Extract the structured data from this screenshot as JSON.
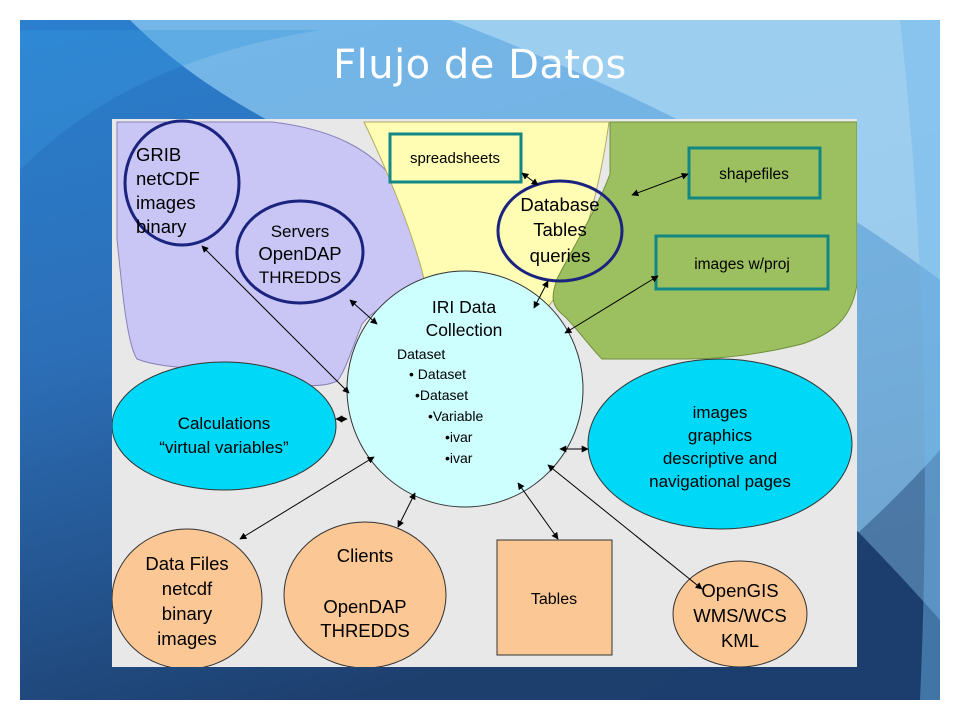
{
  "slide": {
    "title": "Flujo de Datos"
  },
  "colors": {
    "slide_dark": "#1d3f6e",
    "slide_mid": "#2a7fce",
    "slide_light": "#8ec9f1",
    "diagram_bg": "#e8e8e8",
    "lavender": "#c9c6f6",
    "yellow": "#fefdb3",
    "green": "#9cbf60",
    "cyan": "#00d8f8",
    "center": "#ceffff",
    "peach": "#fbc795",
    "navy_outline": "#1a237e",
    "teal_outline": "#138784"
  },
  "diagram": {
    "formats_lines": [
      "GRIB",
      "netCDF",
      "images",
      "binary"
    ],
    "servers_lines": [
      "Servers",
      "OpenDAP",
      "THREDDS"
    ],
    "spreadsheets": "spreadsheets",
    "database_lines": [
      "Database",
      "Tables",
      "queries"
    ],
    "shapefiles": "shapefiles",
    "images_proj": "images w/proj",
    "center_title_lines": [
      "IRI Data",
      "Collection"
    ],
    "center_items": [
      "Dataset",
      "• Dataset",
      "•Dataset",
      "•Variable",
      "•ivar",
      "•ivar"
    ],
    "calculations_lines": [
      "Calculations",
      "“virtual variables”"
    ],
    "images_graphics_lines": [
      "images",
      "graphics",
      "descriptive and",
      "navigational pages"
    ],
    "datafiles_lines": [
      "Data Files",
      "netcdf",
      "binary",
      "images"
    ],
    "clients_lines": [
      "Clients",
      "",
      "OpenDAP",
      "THREDDS"
    ],
    "tables": "Tables",
    "opengis_lines": [
      "OpenGIS",
      "WMS/WCS",
      "KML"
    ]
  }
}
